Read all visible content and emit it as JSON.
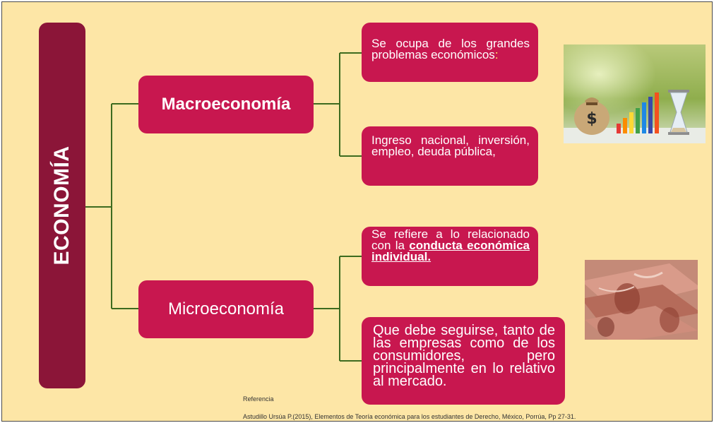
{
  "root": {
    "label": "ECONOMÍA"
  },
  "macro": {
    "label": "Macroeconomía",
    "leaf1": {
      "text": "Se ocupa de los grandes problemas económicos",
      "tail": ":"
    },
    "leaf2": {
      "text": "Ingreso nacional, inversión, empleo, deuda pública,"
    }
  },
  "micro": {
    "label": "Microeconomía",
    "leaf1": {
      "text_before": "Se refiere a lo relacionado con la ",
      "emphasis": "conducta económica individual."
    },
    "leaf2": {
      "text": "Que debe seguirse, tanto de las empresas como de los consumidores, pero principalmente en lo relativo al mercado."
    }
  },
  "reference": {
    "label": "Referencia",
    "text": "Astudillo Ursúa P.(2015), Elementos de Teoría económica para los estudiantes de Derecho, México, Porrúa, Pp 27-31."
  },
  "images": {
    "macro_photo": "money-bag-and-hourglass-photo",
    "micro_photo": "peso-banknotes-photo"
  },
  "colors": {
    "background": "#fde6a6",
    "root_fill": "#8b1538",
    "node_fill": "#c8174f",
    "connector": "#3d6b1f",
    "highlight_tail": "#ffff66"
  }
}
